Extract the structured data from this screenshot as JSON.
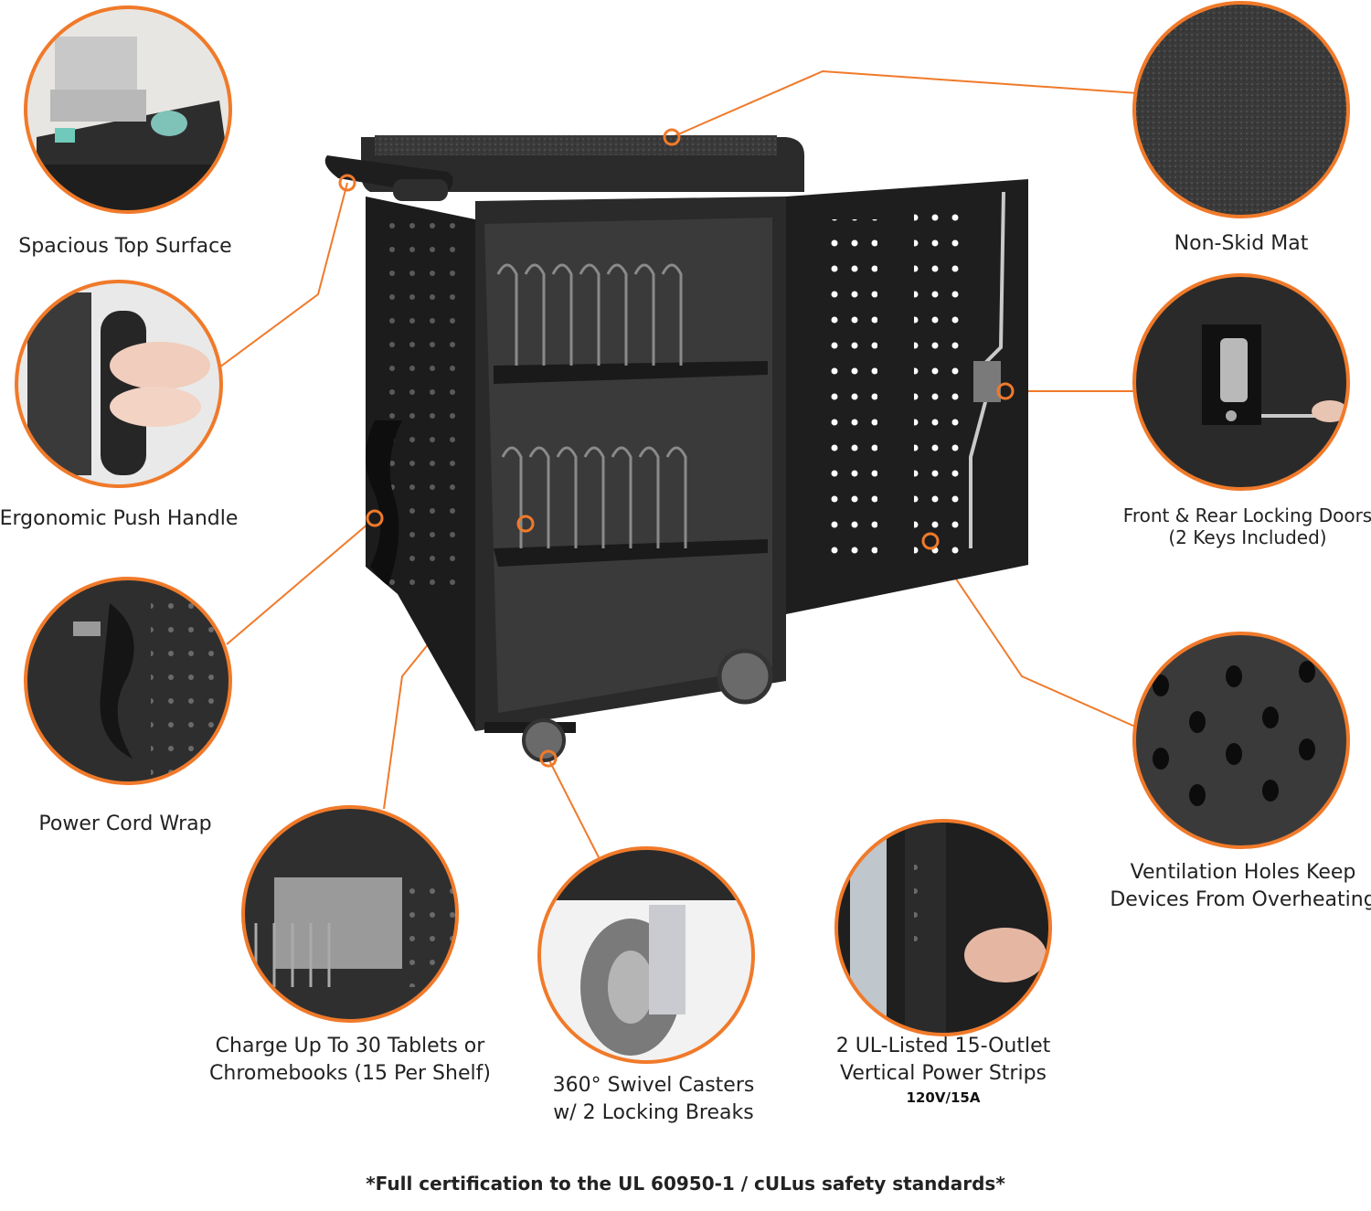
{
  "accent_color": "#f07a2a",
  "features": [
    {
      "id": "top-surface",
      "lines": [
        "Spacious Top Surface"
      ]
    },
    {
      "id": "push-handle",
      "lines": [
        "Ergonomic Push Handle"
      ]
    },
    {
      "id": "cord-wrap",
      "lines": [
        "Power Cord Wrap"
      ]
    },
    {
      "id": "charge-capacity",
      "lines": [
        "Charge Up To 30 Tablets or",
        "Chromebooks (15 Per Shelf)"
      ]
    },
    {
      "id": "swivel-casters",
      "lines": [
        "360° Swivel Casters",
        "w/ 2 Locking Breaks"
      ]
    },
    {
      "id": "power-strips",
      "lines": [
        "2 UL-Listed 15-Outlet",
        "Vertical Power Strips"
      ],
      "note": "120V/15A"
    },
    {
      "id": "ventilation",
      "lines": [
        "Ventilation Holes Keep",
        "Devices From Overheating"
      ]
    },
    {
      "id": "locking-doors",
      "lines": [
        "Front & Rear Locking Doors",
        "(2 Keys Included)"
      ]
    },
    {
      "id": "non-skid-mat",
      "lines": [
        "Non-Skid Mat"
      ]
    }
  ],
  "footnote": "*Full certification to the UL 60950-1 / cULus safety standards*"
}
